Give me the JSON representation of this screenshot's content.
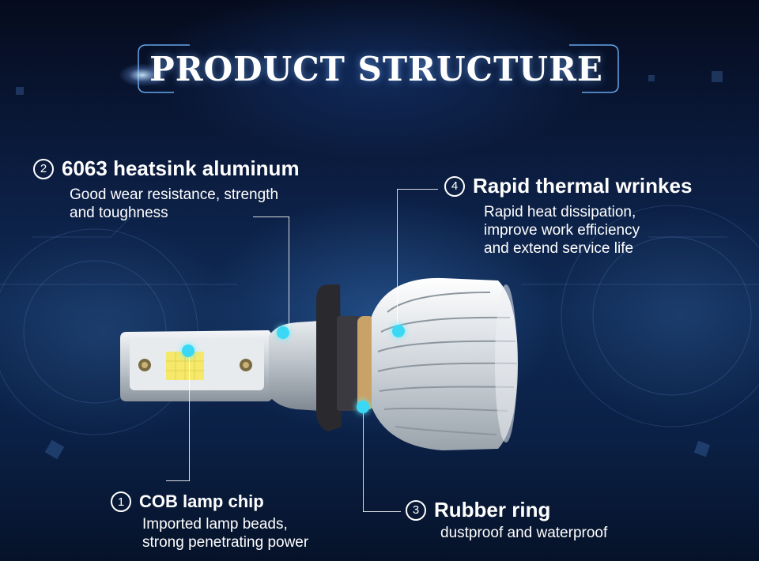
{
  "title": "PRODUCT STRUCTURE",
  "callouts": {
    "c1": {
      "number": "1",
      "title": "COB lamp chip",
      "description": "Imported lamp beads,\nstrong penetrating power"
    },
    "c2": {
      "number": "2",
      "title": "6063 heatsink  aluminum",
      "description": "Good wear resistance, strength\nand toughness"
    },
    "c3": {
      "number": "3",
      "title": "Rubber ring",
      "description": "dustproof and waterproof"
    },
    "c4": {
      "number": "4",
      "title": "Rapid thermal wrinkes",
      "description": "Rapid heat dissipation,\nimprove work efficiency\nand extend service life"
    }
  },
  "colors": {
    "accent": "#3ad8f5",
    "background": "#0b1c3f"
  }
}
